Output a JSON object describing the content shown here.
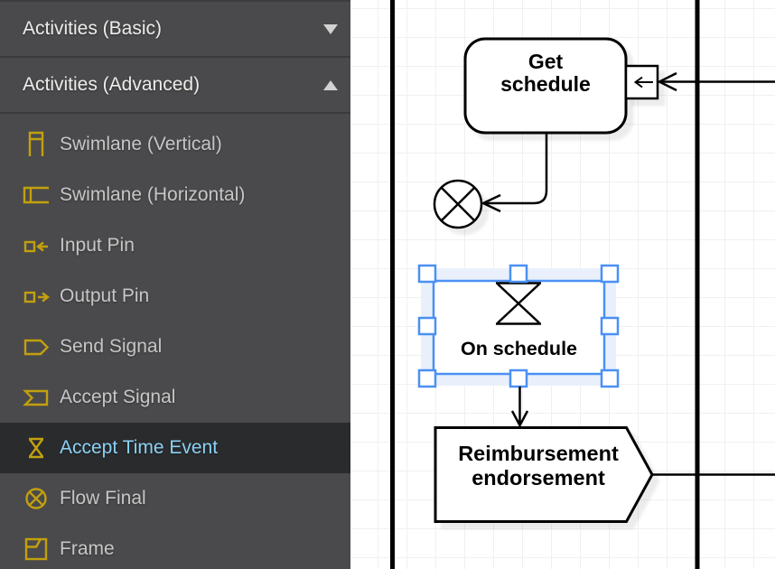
{
  "sidebar": {
    "sections": [
      {
        "title": "Activities (Basic)",
        "state": "collapsed"
      },
      {
        "title": "Activities (Advanced)",
        "state": "expanded"
      }
    ],
    "items": [
      {
        "label": "Swimlane (Vertical)",
        "icon": "swimlane-vertical-icon",
        "selected": false
      },
      {
        "label": "Swimlane (Horizontal)",
        "icon": "swimlane-horizontal-icon",
        "selected": false
      },
      {
        "label": "Input Pin",
        "icon": "input-pin-icon",
        "selected": false
      },
      {
        "label": "Output Pin",
        "icon": "output-pin-icon",
        "selected": false
      },
      {
        "label": "Send Signal",
        "icon": "send-signal-icon",
        "selected": false
      },
      {
        "label": "Accept Signal",
        "icon": "accept-signal-icon",
        "selected": false
      },
      {
        "label": "Accept Time Event",
        "icon": "accept-time-event-icon",
        "selected": true
      },
      {
        "label": "Flow Final",
        "icon": "flow-final-icon",
        "selected": false
      },
      {
        "label": "Frame",
        "icon": "frame-icon",
        "selected": false
      }
    ]
  },
  "canvas": {
    "nodes": {
      "get_schedule": {
        "type": "action",
        "lines": [
          "Get",
          "schedule"
        ]
      },
      "on_schedule": {
        "type": "accept-time-event",
        "lines": [
          "On schedule"
        ],
        "selected": true
      },
      "reimbursement": {
        "type": "send-signal",
        "lines": [
          "Reimbursement",
          "endorsement"
        ]
      }
    }
  },
  "colors": {
    "sidebar_bg": "#4a4a4c",
    "sidebar_selected_bg": "#292b2d",
    "sidebar_text": "#c6c6c6",
    "sidebar_header_text": "#ececea",
    "sidebar_selected_text": "#8bd0f4",
    "palette_icon_gold": "#c2a00e",
    "selection_blue": "#4b90f4",
    "selection_band": "#e9f0fc",
    "canvas_grid": "#f0f0f1",
    "shape_stroke": "#000000"
  }
}
